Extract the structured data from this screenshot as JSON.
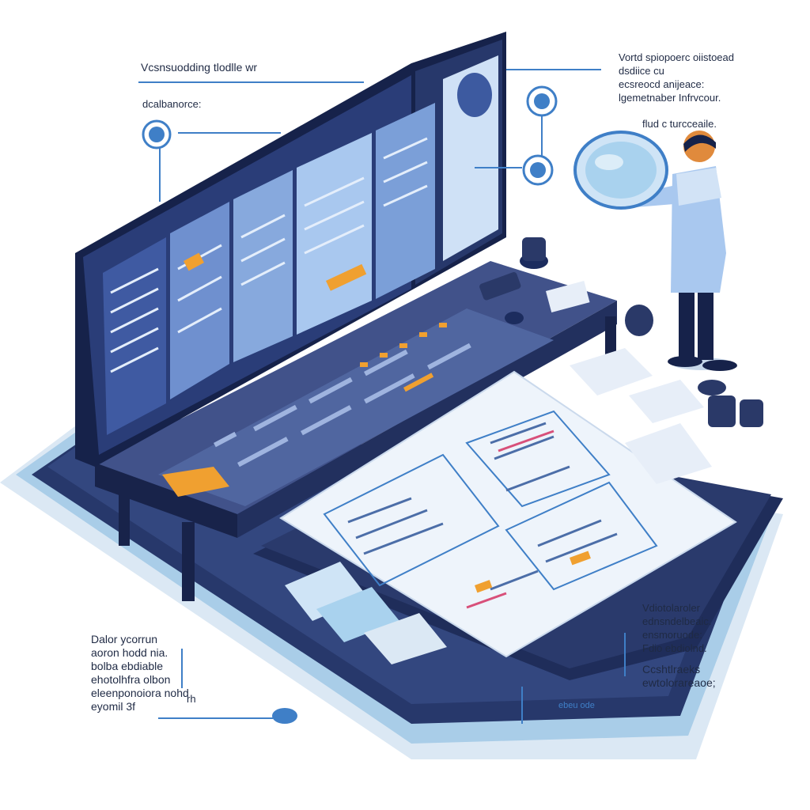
{
  "annotations": {
    "top_left_title": "Vcsnsuodding tlodlle wr",
    "top_left_sub": "dcalbanorce:",
    "top_right_lines": [
      "Vortd spiopoerc oiistoead",
      "dsdiice cu",
      "ecsreocd anijeace:",
      "lgemetnaber Infrvcour."
    ],
    "top_right_small": "flud c turcceaile.",
    "bottom_left_lines": [
      "Dalor ycorrun",
      "aoron hodd nia.",
      "bolba ebdiable",
      "ehotolhfra olbon",
      "eleenponoiora nohd",
      "eyomil 3f"
    ],
    "bottom_left_small": "rh",
    "bottom_right_lines": [
      "Vdiotolaroler",
      "ednsndelbeaic.",
      "ensmoruode:",
      "Fdio ebdiolnd."
    ],
    "bottom_right_lines2": [
      "Ccshtlraeks",
      "ewtolorareaoe;"
    ],
    "bottom_center_small": "ebeu ode"
  },
  "icons": {
    "left_node": "chat-bubble-icon",
    "right_node": "gear-icon",
    "center_node": "link-icon",
    "bottom_node": "pointer-icon"
  },
  "palette": {
    "navy": "#1c2c5e",
    "blue": "#3f7fc7",
    "sky": "#a9d2ee",
    "orange": "#f0a030"
  }
}
